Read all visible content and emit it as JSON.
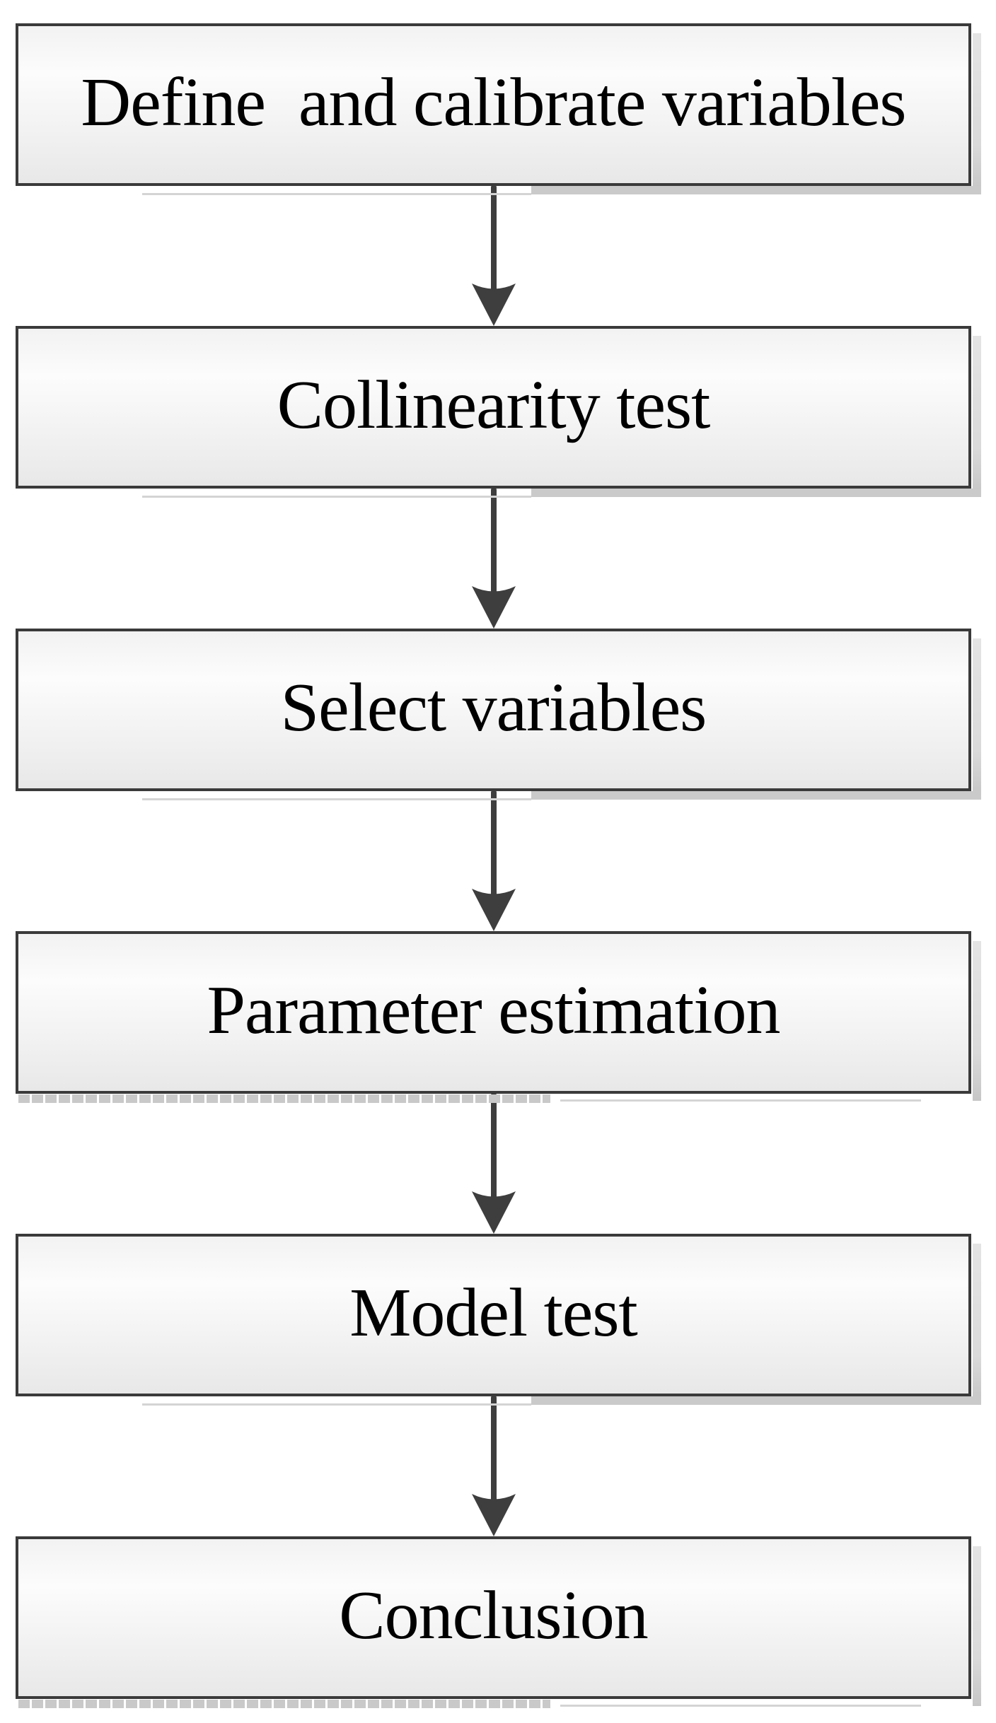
{
  "flowchart": {
    "description": "Vertical six-step methodology flowchart connected by downward arrows",
    "steps": [
      {
        "id": "define-calibrate-variables",
        "label": "Define  and calibrate variables"
      },
      {
        "id": "collinearity-test",
        "label": "Collinearity test"
      },
      {
        "id": "select-variables",
        "label": "Select variables"
      },
      {
        "id": "parameter-estimation",
        "label": "Parameter estimation"
      },
      {
        "id": "model-test",
        "label": "Model test"
      },
      {
        "id": "conclusion",
        "label": "Conclusion"
      }
    ],
    "connector": {
      "icon": "arrow-down-icon",
      "direction": "down",
      "count": 5
    },
    "colors": {
      "box_border": "#3a3a3a",
      "box_fill_top": "#f2f2f2",
      "box_fill_middle": "#fcfcfc",
      "box_fill_bottom": "#e8e8e8",
      "arrow": "#3e3e3e",
      "shadow": "#c9c9c9",
      "text": "#000000",
      "background": "#ffffff"
    }
  }
}
